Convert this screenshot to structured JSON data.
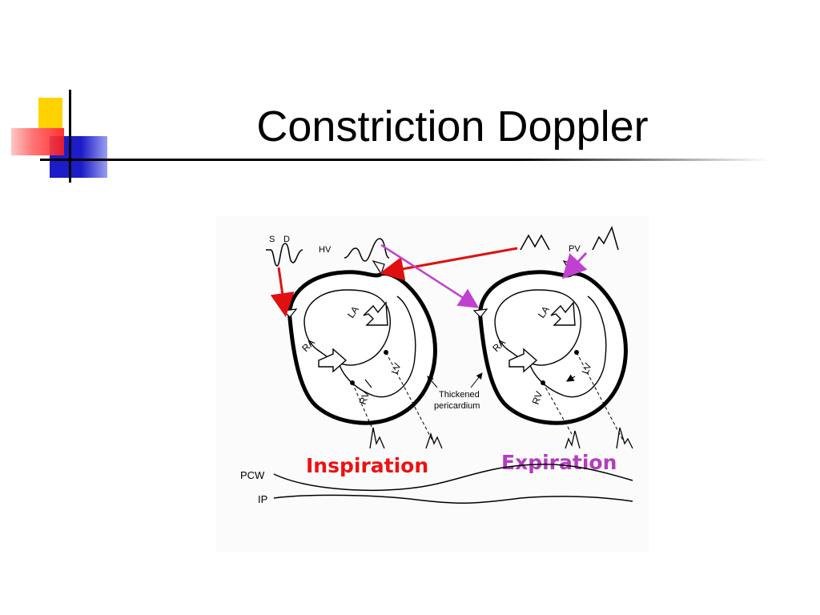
{
  "slide": {
    "title": "Constriction Doppler"
  },
  "diagram": {
    "labels": {
      "s": "S",
      "d": "D",
      "hv": "HV",
      "pv": "PV",
      "la_left": "LA",
      "ra_left": "RA",
      "lv_left": "LV",
      "rv_left": "RV",
      "la_right": "LA",
      "ra_right": "RA",
      "lv_right": "LV",
      "rv_right": "RV",
      "thickened_line1": "Thickened",
      "thickened_line2": "pericardium",
      "pcw": "PCW",
      "ip": "IP",
      "inspiration": "Inspiration",
      "expiration": "Expiration"
    },
    "colors": {
      "inspiration": "#ee1111",
      "expiration": "#b33cc0",
      "red_arrow": "#e01010",
      "magenta_arrow": "#c040d0"
    }
  }
}
